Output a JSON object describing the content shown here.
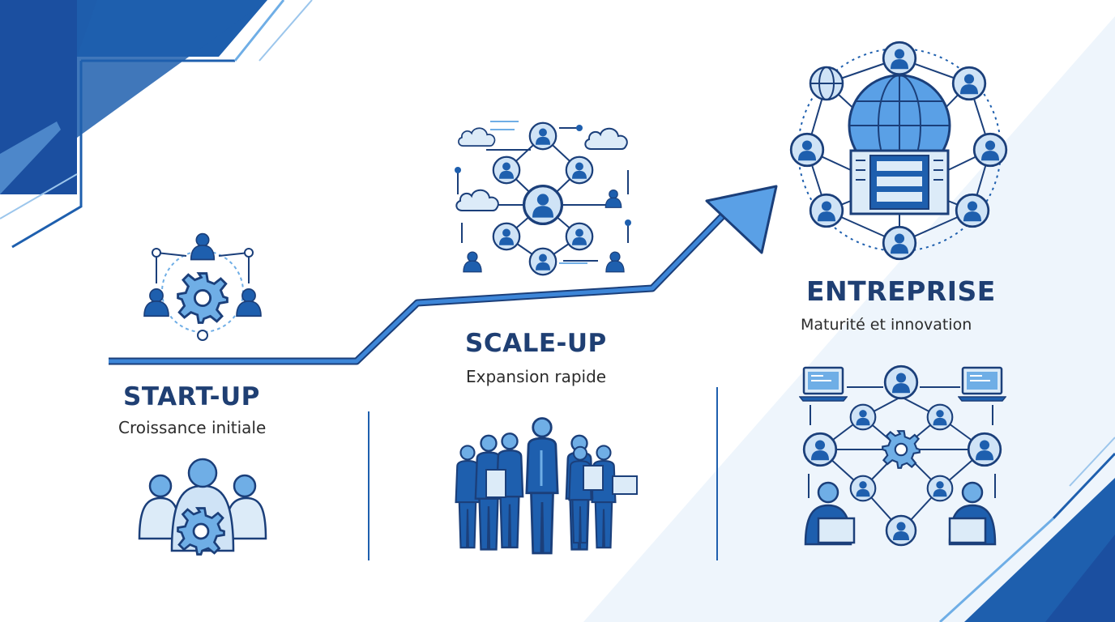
{
  "stages": [
    {
      "title": "START-UP",
      "subtitle": "Croissance initiale"
    },
    {
      "title": "SCALE-UP",
      "subtitle": "Expansion rapide"
    },
    {
      "title": "ENTREPRISE",
      "subtitle": "Maturité et innovation"
    }
  ],
  "icons": {
    "startup_top": "team-gear-network-icon",
    "startup_bottom": "team-with-gear-icon",
    "scaleup_top": "cloud-people-network-icon",
    "scaleup_bottom": "growing-team-icon",
    "enterprise_top": "global-server-network-icon",
    "enterprise_bottom": "connected-workstations-network-icon"
  },
  "colors": {
    "primary_blue": "#1e5fae",
    "dark_blue": "#1b3f7a",
    "light_blue": "#6faee6",
    "pale_blue": "#dcebf8",
    "title_navy": "#1f3f73"
  }
}
